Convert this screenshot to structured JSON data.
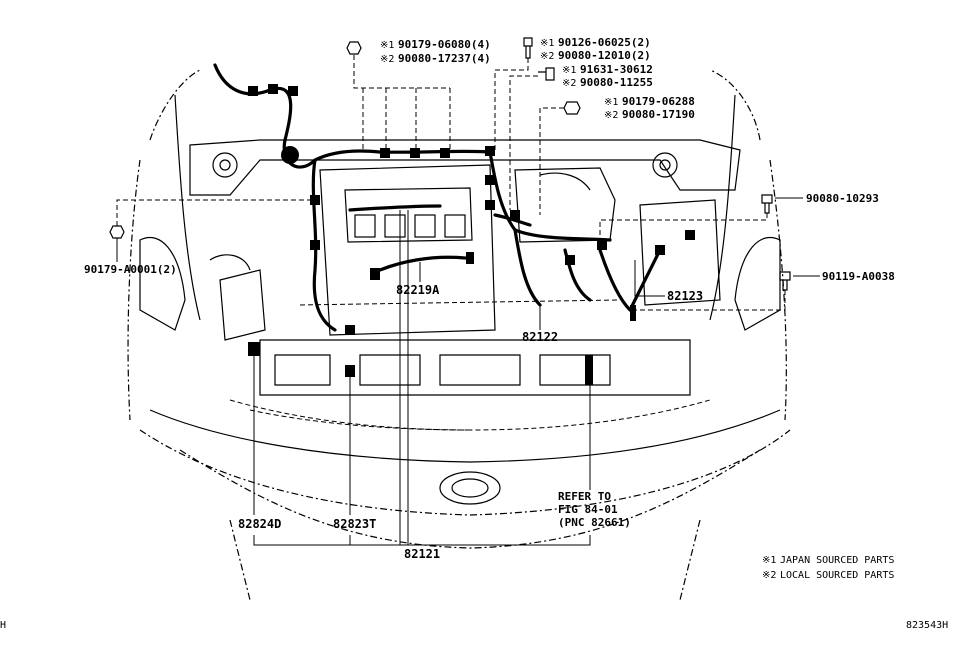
{
  "callouts_top": [
    {
      "mark": "※1",
      "text": "90179-06080(4)"
    },
    {
      "mark": "※2",
      "text": "90080-17237(4)"
    },
    {
      "mark": "※1",
      "text": "90126-06025(2)"
    },
    {
      "mark": "※2",
      "text": "90080-12010(2)"
    },
    {
      "mark": "※1",
      "text": "91631-30612"
    },
    {
      "mark": "※2",
      "text": "90080-11255"
    },
    {
      "mark": "※1",
      "text": "90179-06288"
    },
    {
      "mark": "※2",
      "text": "90080-17190"
    }
  ],
  "parts": {
    "right_bolt_1": "90080-10293",
    "right_bolt_2": "90119-A0038",
    "left_nut": "90179-A0001(2)",
    "p82219A": "82219A",
    "p82123": "82123",
    "p82122": "82122",
    "p82824D": "82824D",
    "p82823T": "82823T",
    "p82121": "82121"
  },
  "refer": {
    "line1": "REFER TO",
    "line2": "FIG 84-01",
    "line3": "(PNC 82661)"
  },
  "legend": [
    {
      "mark": "※1",
      "text": "JAPAN SOURCED PARTS"
    },
    {
      "mark": "※2",
      "text": "LOCAL SOURCED PARTS"
    }
  ],
  "corner_left": "H",
  "diagram_id": "823543H"
}
